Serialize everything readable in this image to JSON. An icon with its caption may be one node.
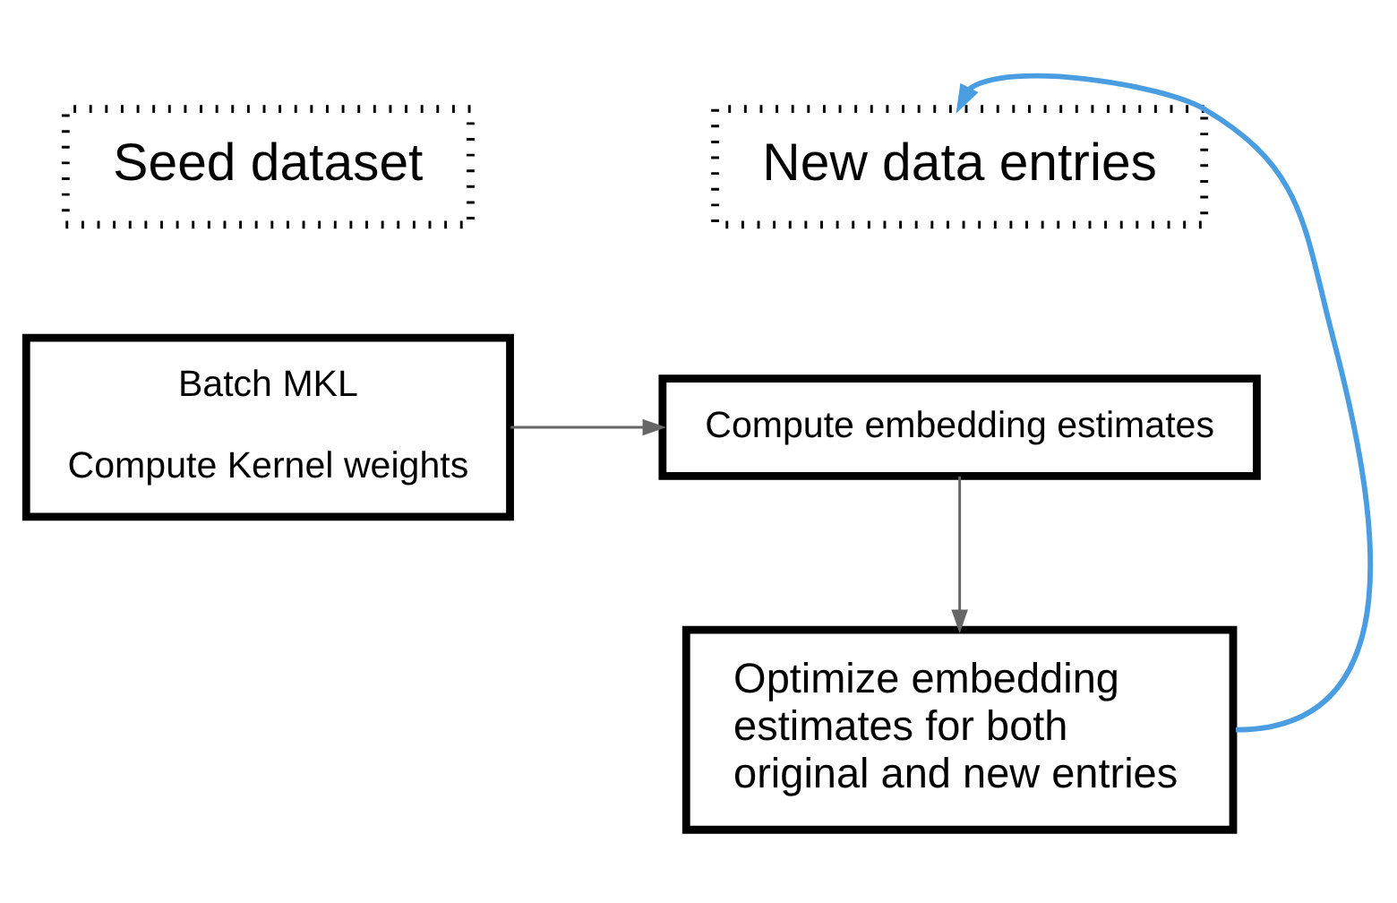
{
  "diagram": {
    "nodes": [
      {
        "text": [
          "Seed dataset"
        ]
      },
      {
        "text": [
          "New data entries"
        ]
      },
      {
        "text": [
          "Batch MKL",
          "Compute Kernel weights"
        ]
      },
      {
        "text": [
          "Compute embedding estimates"
        ]
      },
      {
        "text": [
          "Optimize embedding estimates for both original and new entries"
        ]
      }
    ],
    "edges": [
      {
        "from": 2,
        "to": 3,
        "arrow": "to"
      },
      {
        "from": 3,
        "to": 4,
        "arrow": "to"
      },
      {
        "from": 4,
        "to": 1,
        "arrow": "to",
        "color": "#4a9de0"
      }
    ]
  }
}
